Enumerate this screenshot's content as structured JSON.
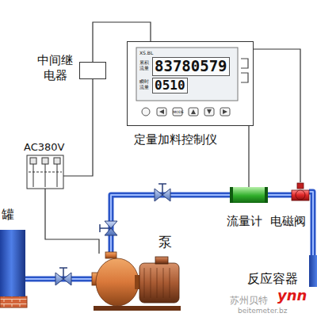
{
  "diagram": {
    "nodes": [
      {
        "text": [
          "中间继电器"
        ]
      },
      {
        "text": [
          "XS.BL",
          "累积流量",
          "83780579",
          "瞬时流量",
          "0510",
          "MODE",
          "定量加料控制仪"
        ]
      },
      {
        "text": [
          "AC380V"
        ]
      },
      {
        "text": [
          "罐"
        ]
      },
      {
        "text": [
          "泵"
        ]
      },
      {
        "text": [
          "流量计"
        ]
      },
      {
        "text": [
          "电磁阀"
        ]
      },
      {
        "text": [
          "反应容器"
        ]
      }
    ],
    "edges": [
      {
        "from": 1,
        "to": 0,
        "arrow": "none"
      },
      {
        "from": 0,
        "to": 2,
        "arrow": "none"
      },
      {
        "from": 2,
        "to": 4,
        "arrow": "none"
      },
      {
        "from": 1,
        "to": 5,
        "arrow": "none"
      },
      {
        "from": 1,
        "to": 6,
        "arrow": "none"
      },
      {
        "from": 3,
        "to": 4,
        "arrow": "none"
      },
      {
        "from": 4,
        "to": 5,
        "arrow": "none"
      },
      {
        "from": 5,
        "to": 6,
        "arrow": "none"
      },
      {
        "from": 6,
        "to": 7,
        "arrow": "none"
      }
    ],
    "labels": [
      "苏州贝特",
      "ynn",
      "beitemeter.bz"
    ]
  }
}
